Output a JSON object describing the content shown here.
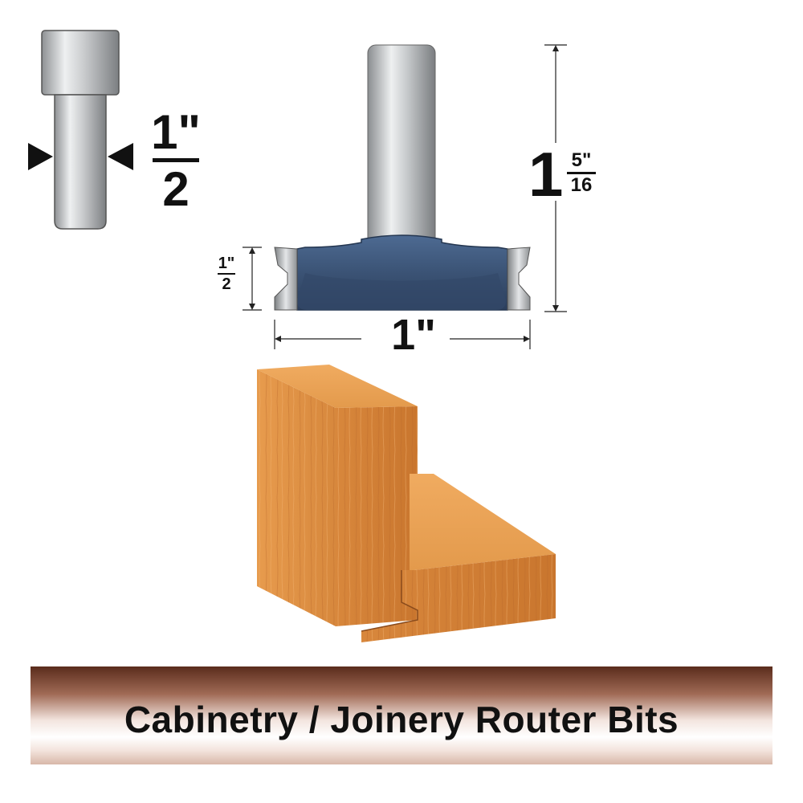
{
  "shank": {
    "diameter_numerator": "1\"",
    "diameter_denominator": "2"
  },
  "cutting_height": {
    "numerator": "1\"",
    "denominator": "2"
  },
  "overall_length": {
    "whole": "1",
    "numerator": "5\"",
    "denominator": "16"
  },
  "cutting_diameter": "1\"",
  "banner": {
    "title": "Cabinetry / Joinery Router Bits"
  },
  "colors": {
    "bit_body": "#3b5375",
    "shank_steel": "#b8bbbe",
    "wood": "#d9883f",
    "banner_dark": "#5a2c1c"
  }
}
